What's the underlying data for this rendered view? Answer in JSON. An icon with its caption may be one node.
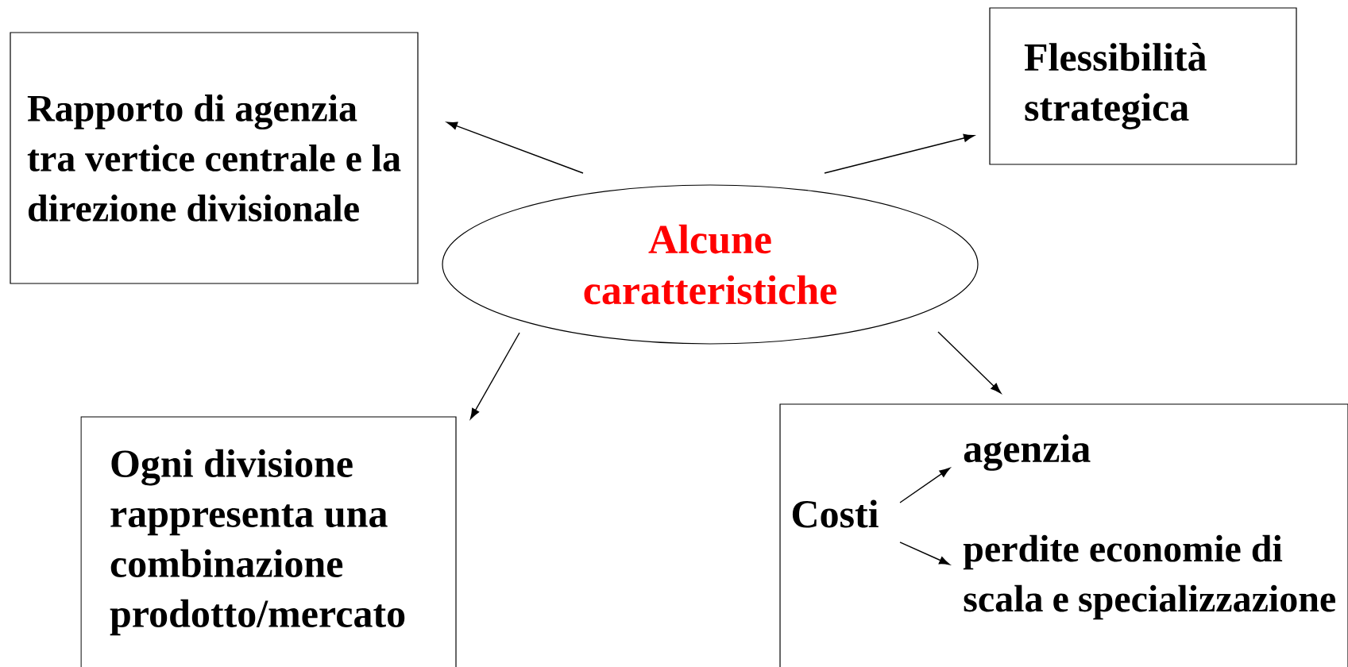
{
  "diagram": {
    "nodes": [
      {
        "text": [
          "Alcune caratteristiche"
        ]
      },
      {
        "text": [
          "Rapporto di agenzia tra vertice centrale e la direzione divisionale"
        ]
      },
      {
        "text": [
          "Flessibilità strategica"
        ]
      },
      {
        "text": [
          "Ogni divisione rappresenta una combinazione prodotto/mercato"
        ]
      },
      {
        "text": [],
        "shape": "box"
      },
      {
        "text": [
          "Costi"
        ],
        "in": 4
      },
      {
        "text": [
          "agenzia"
        ],
        "in": 4
      },
      {
        "text": [
          "perdite economie di scala e specializzazione"
        ],
        "in": 4
      }
    ],
    "edges": [
      {
        "from": 0,
        "to": 1,
        "arrow": "to"
      },
      {
        "from": 0,
        "to": 2,
        "arrow": "to"
      },
      {
        "from": 0,
        "to": 3,
        "arrow": "to"
      },
      {
        "from": 0,
        "to": 4,
        "arrow": "to"
      },
      {
        "from": 5,
        "to": 6,
        "arrow": "to"
      },
      {
        "from": 5,
        "to": 7,
        "arrow": "to"
      }
    ]
  }
}
